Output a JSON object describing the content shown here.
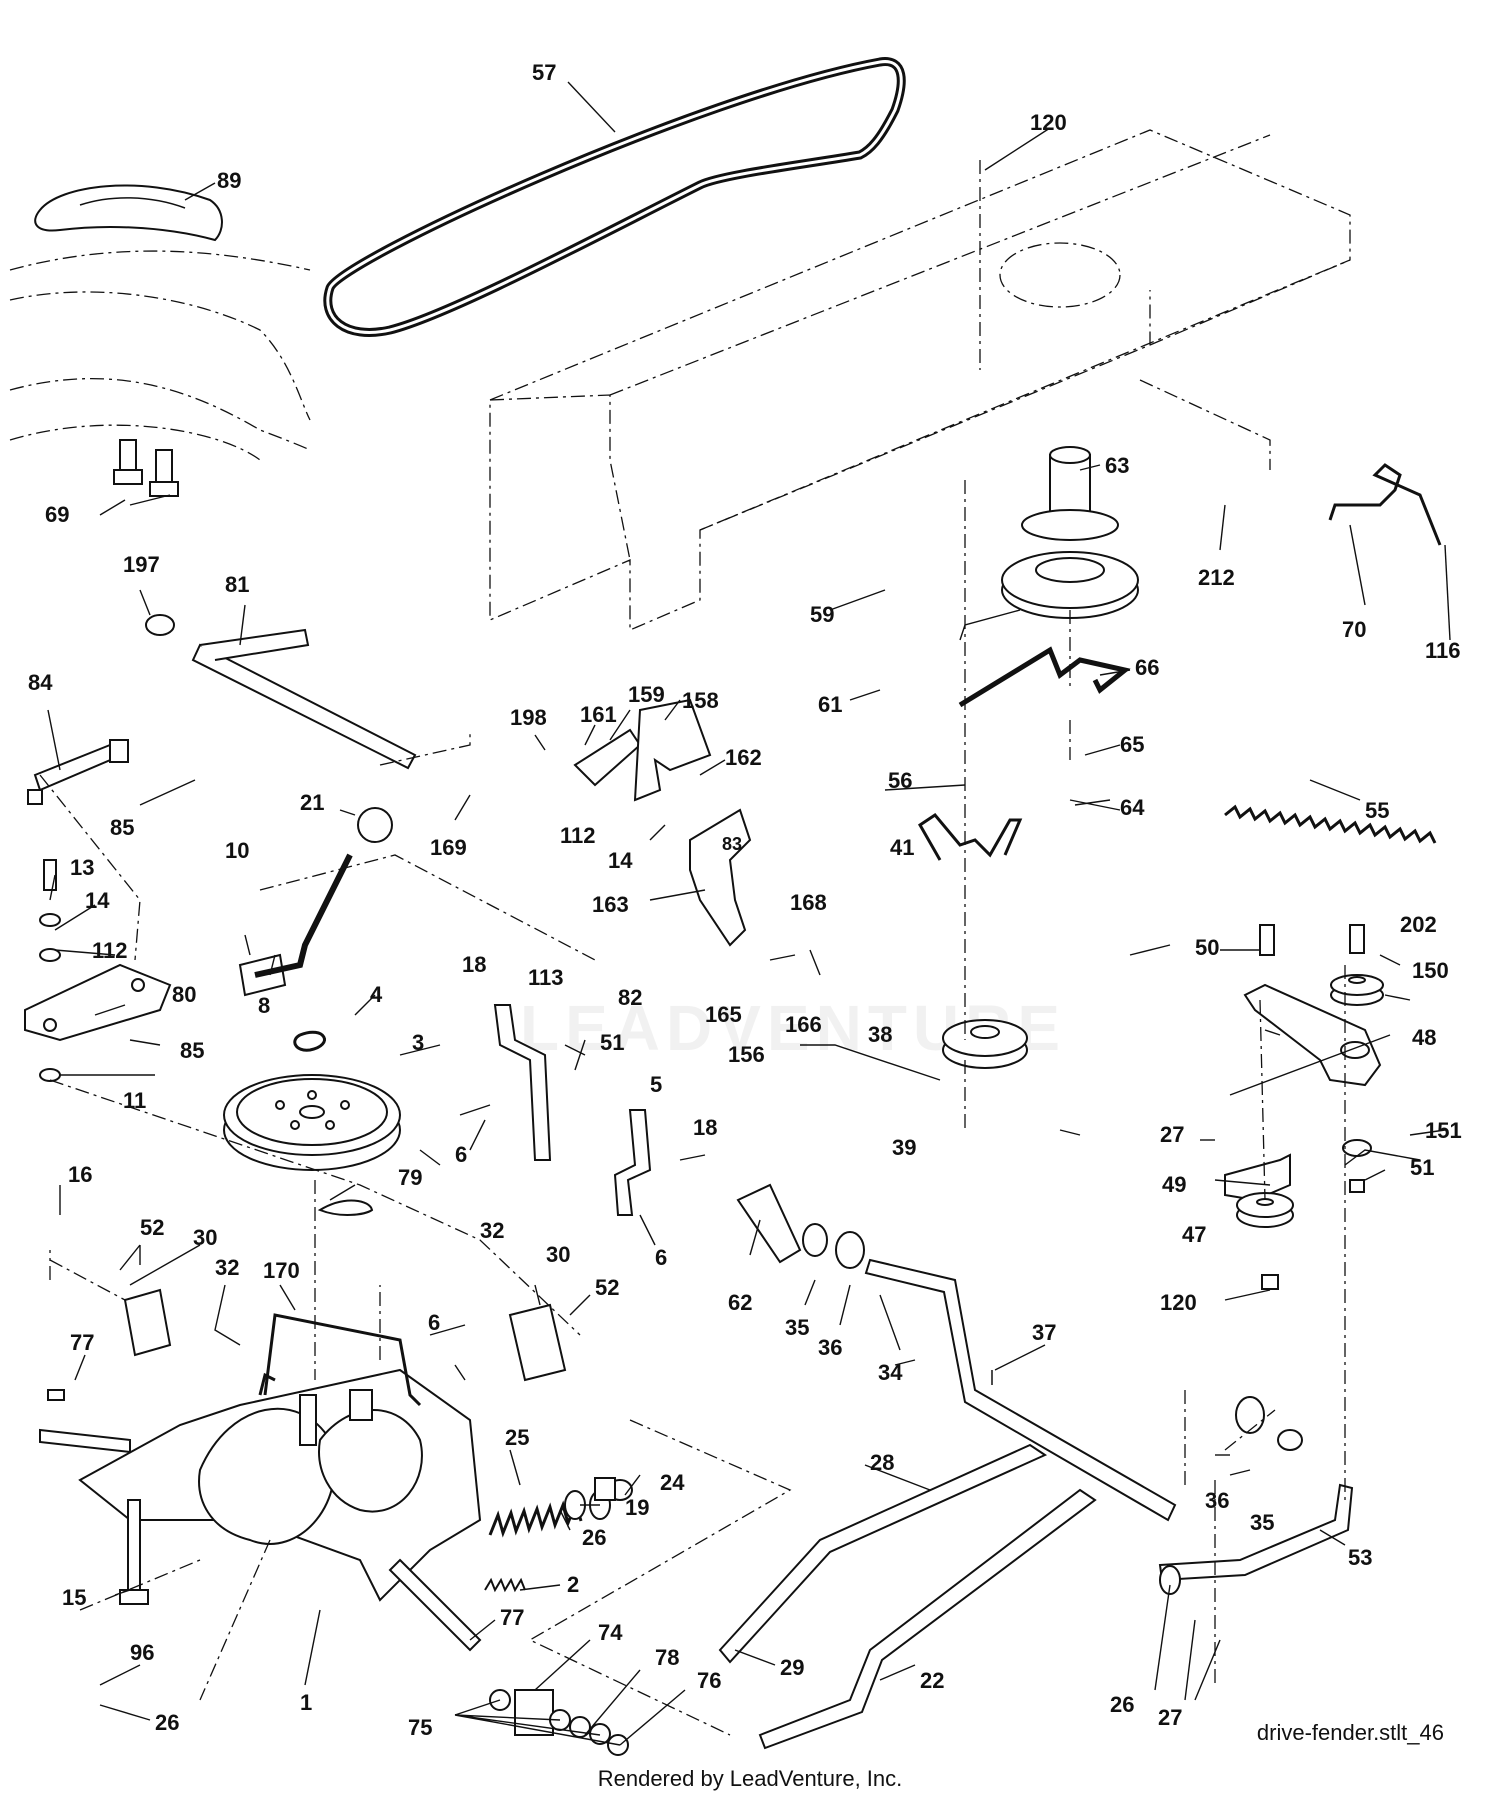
{
  "file_label": "drive-fender.stlt_46",
  "render_credit": "Rendered by LeadVenture, Inc.",
  "watermark": "LEADVENTURE",
  "labels": {
    "p57": "57",
    "p120a": "120",
    "p89": "89",
    "p69": "69",
    "p63": "63",
    "p212": "212",
    "p70": "70",
    "p116": "116",
    "p197": "197",
    "p81": "81",
    "p59": "59",
    "p66": "66",
    "p61": "61",
    "p84": "84",
    "p198": "198",
    "p161": "161",
    "p159": "159",
    "p158": "158",
    "p162": "162",
    "p65": "65",
    "p56": "56",
    "p64": "64",
    "p55": "55",
    "p85a": "85",
    "p21": "21",
    "p169": "169",
    "p112a": "112",
    "p14a": "14",
    "p83": "83",
    "p163": "163",
    "p41": "41",
    "p10": "10",
    "p13": "13",
    "p14b": "14",
    "p112b": "112",
    "p80": "80",
    "p85b": "85",
    "p8": "8",
    "p168": "168",
    "p82": "82",
    "p18a": "18",
    "p113": "113",
    "p165": "165",
    "p166": "166",
    "p156": "156",
    "p50": "50",
    "p202": "202",
    "p150": "150",
    "p4": "4",
    "p3": "3",
    "p38": "38",
    "p48": "48",
    "p51a": "51",
    "p11": "11",
    "p6a": "6",
    "p5": "5",
    "p18b": "18",
    "p27a": "27",
    "p151": "151",
    "p39": "39",
    "p51b": "51",
    "p16": "16",
    "p79": "79",
    "p49": "49",
    "p6b": "6",
    "p47": "47",
    "p52a": "52",
    "p30a": "30",
    "p32a": "32",
    "p62": "62",
    "p32b": "32",
    "p30b": "30",
    "p120b": "120",
    "p170": "170",
    "p52b": "52",
    "p35a": "35",
    "p36a": "36",
    "p34": "34",
    "p6c": "6",
    "p37": "37",
    "p77a": "77",
    "p25": "25",
    "p24": "24",
    "p19": "19",
    "p28": "28",
    "p36b": "36",
    "p35b": "35",
    "p26a": "26",
    "p2": "2",
    "p53": "53",
    "p15": "15",
    "p77b": "77",
    "p74": "74",
    "p29": "29",
    "p96": "96",
    "p78": "78",
    "p76": "76",
    "p22": "22",
    "p26b": "26",
    "p27b": "27",
    "p1": "1",
    "p26c": "26",
    "p75": "75"
  }
}
